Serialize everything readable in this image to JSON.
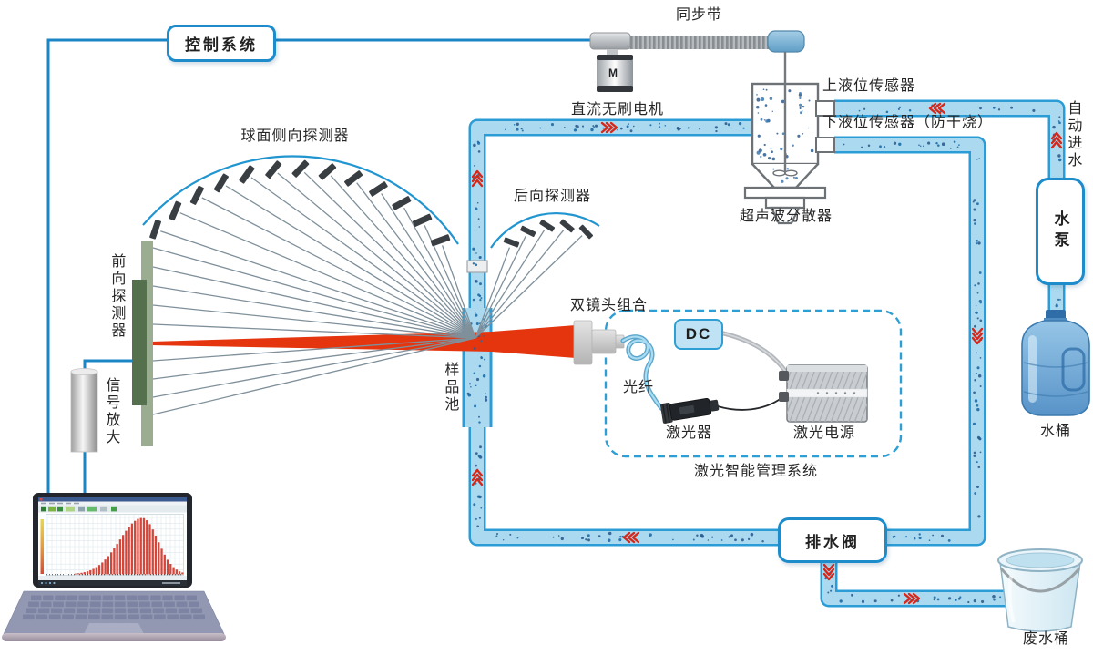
{
  "labels": {
    "control_system": "控制系统",
    "sync_belt": "同步带",
    "dc_motor": "直流无刷电机",
    "upper_level_sensor": "上液位传感器",
    "lower_level_sensor": "下液位传感器（防干烧）",
    "auto_water_inlet": "自动进水",
    "water_pump": "水泵",
    "water_bucket": "水桶",
    "ultrasonic_disperser": "超声波分散器",
    "spherical_side_detector": "球面侧向探测器",
    "back_detector": "后向探测器",
    "front_detector": "前向探测器",
    "signal_amplifier": "信号放大",
    "sample_cell": "样品池",
    "dual_lens_combo": "双镜头组合",
    "optical_fiber": "光纤",
    "laser": "激光器",
    "laser_power_supply": "激光电源",
    "laser_management_system": "激光智能管理系统",
    "dc": "DC",
    "drain_valve": "排水阀",
    "waste_bucket": "废水桶",
    "motor_mark": "M"
  },
  "colors": {
    "pipe_fill": "#abdaf0",
    "pipe_border": "#2b9cd6",
    "control_line": "#1b86c6",
    "box_border": "#1e8bca",
    "flow_arrow_red": "#d6281a",
    "laser_beam_red": "#e5350f",
    "detector_arc_blue": "#2095d0",
    "detector_slab_dark": "#393e43",
    "scatter_line_gray": "#7f909b",
    "board_light_green": "#9aad90",
    "board_dark_green": "#55704c",
    "tank_outline_gray": "#6d7276",
    "dashed_box_blue": "#2e9fd4"
  }
}
